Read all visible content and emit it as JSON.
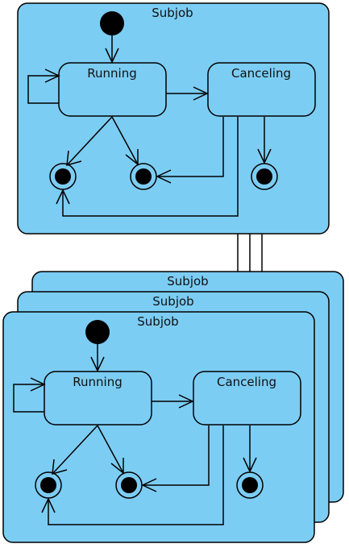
{
  "diagram": {
    "top_subjob": {
      "title": "Subjob",
      "running_label": "Running",
      "canceling_label": "Canceling"
    },
    "stack": {
      "back_title": "Subjob",
      "middle_title": "Subjob",
      "front": {
        "title": "Subjob",
        "running_label": "Running",
        "canceling_label": "Canceling"
      }
    }
  },
  "colors": {
    "fill": "#7ccdf4",
    "stroke": "#000000"
  }
}
